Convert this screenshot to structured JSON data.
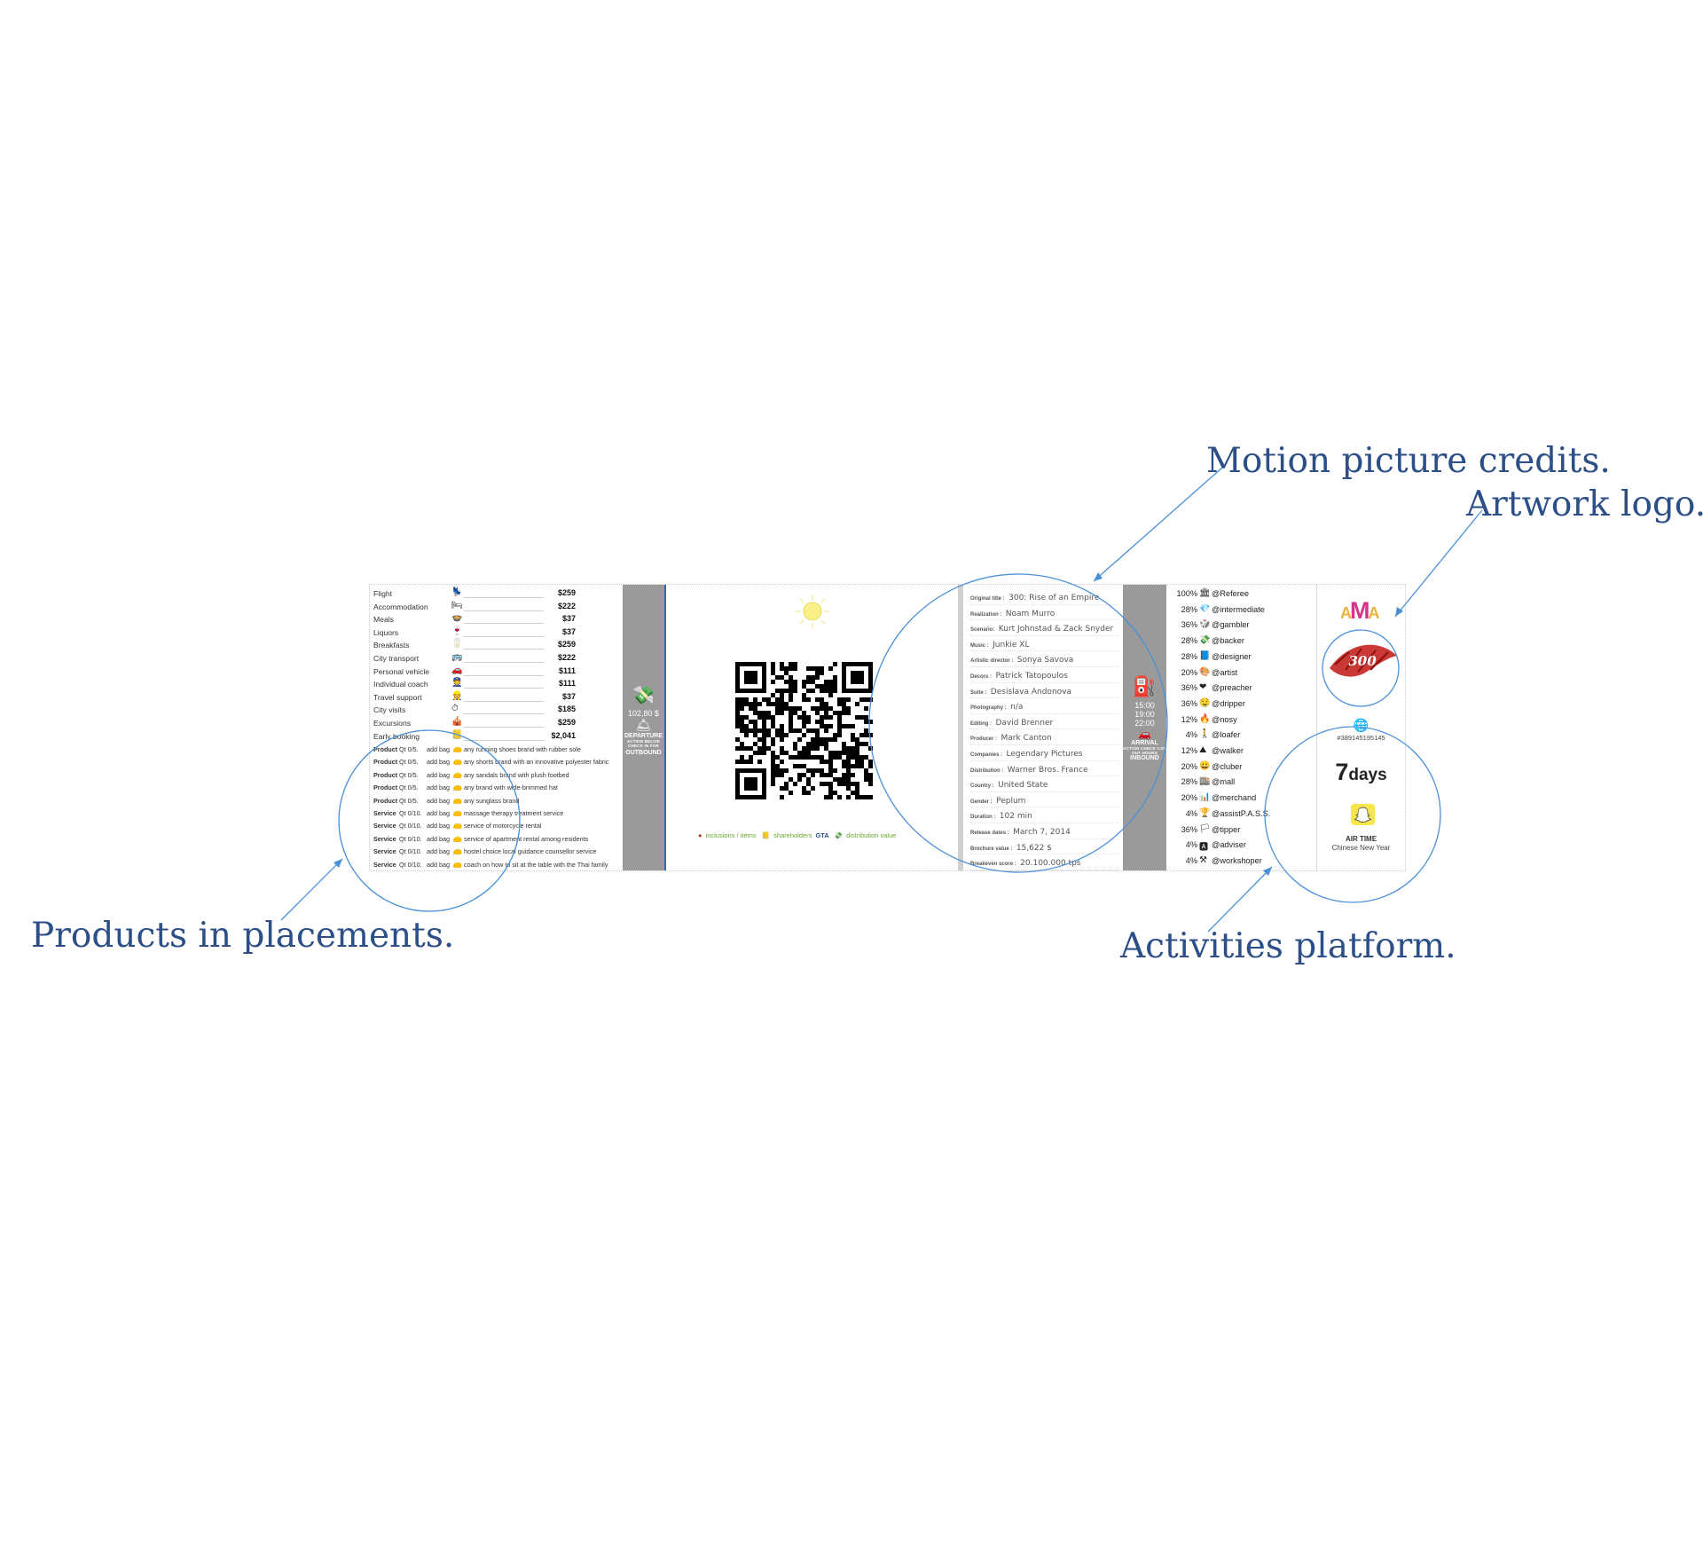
{
  "annotations": {
    "credits": "Motion picture credits.",
    "logo": "Artwork logo.",
    "products": "Products in placements.",
    "activities": "Activities platform."
  },
  "prices": [
    {
      "label": "Flight",
      "icon": "seat-icon",
      "glyph": "💺",
      "value": "$259"
    },
    {
      "label": "Accommodation",
      "icon": "bed-icon",
      "glyph": "🛏",
      "value": "$222"
    },
    {
      "label": "Meals",
      "icon": "meal-icon",
      "glyph": "🍲",
      "value": "$37"
    },
    {
      "label": "Liquors",
      "icon": "drink-icon",
      "glyph": "🍷",
      "value": "$37"
    },
    {
      "label": "Breakfasts",
      "icon": "glass-icon",
      "glyph": "🥛",
      "value": "$259"
    },
    {
      "label": "City transport",
      "icon": "bus-icon",
      "glyph": "🚌",
      "value": "$222"
    },
    {
      "label": "Personal vehicle",
      "icon": "car-icon",
      "glyph": "🚗",
      "value": "$111"
    },
    {
      "label": "Individual coach",
      "icon": "coach-icon",
      "glyph": "👮",
      "value": "$111"
    },
    {
      "label": "Travel support",
      "icon": "support-icon",
      "glyph": "👷",
      "value": "$37"
    },
    {
      "label": "City visits",
      "icon": "clock-icon",
      "glyph": "⏱",
      "value": "$185"
    },
    {
      "label": "Excursions",
      "icon": "excursion-icon",
      "glyph": "🎪",
      "value": "$259"
    },
    {
      "label": "Early booking",
      "icon": "booking-icon",
      "glyph": "📒",
      "value": "$2,041"
    }
  ],
  "products": [
    {
      "kind": "Product",
      "qt": "Qt 0/5.",
      "bag": "add bag",
      "desc": "any running shoes brand with rubber sole"
    },
    {
      "kind": "Product",
      "qt": "Qt 0/5.",
      "bag": "add bag",
      "desc": "any shorts brand with an innovative polyester fabric"
    },
    {
      "kind": "Product",
      "qt": "Qt 0/5.",
      "bag": "add bag",
      "desc": "any sandals brand with plush footbed"
    },
    {
      "kind": "Product",
      "qt": "Qt 0/5.",
      "bag": "add bag",
      "desc": "any brand with wide-brimmed hat"
    },
    {
      "kind": "Product",
      "qt": "Qt 0/5.",
      "bag": "add bag",
      "desc": "any sunglass brand"
    },
    {
      "kind": "Service",
      "qt": "Qt 0/10.",
      "bag": "add bag",
      "desc": "massage therapy treatment service"
    },
    {
      "kind": "Service",
      "qt": "Qt 0/10.",
      "bag": "add bag",
      "desc": "service of motorcycle rental"
    },
    {
      "kind": "Service",
      "qt": "Qt 0/10.",
      "bag": "add bag",
      "desc": "service of apartment rental among residents"
    },
    {
      "kind": "Service",
      "qt": "Qt 0/10.",
      "bag": "add bag",
      "desc": "hostel choice local guidance counsellor service"
    },
    {
      "kind": "Service",
      "qt": "Qt 0/10.",
      "bag": "add bag",
      "desc": "coach on how to sit at the table with the Thai family"
    }
  ],
  "departure": {
    "amount": "102,80 $",
    "fine": "ACTION BELIVE CHECK IN FOR",
    "title": "DEPARTURE",
    "sub": "OUTBOUND"
  },
  "legend": {
    "inclusions": "inclusions / items",
    "shareholders": "shareholders",
    "gta": "GTA",
    "distribution": "distribution value"
  },
  "credits": [
    {
      "k": "Original title :",
      "v": "300: Rise of an Empire"
    },
    {
      "k": "Realization :",
      "v": "Noam Murro"
    },
    {
      "k": "Scenario:",
      "v": "Kurt Johnstad & Zack Snyder"
    },
    {
      "k": "Music :",
      "v": "Junkie XL"
    },
    {
      "k": "Artistic director :",
      "v": "Sonya Savova"
    },
    {
      "k": "Decors :",
      "v": "Patrick Tatopoulos"
    },
    {
      "k": "Suite :",
      "v": "Desislava Andonova"
    },
    {
      "k": "Photography :",
      "v": "n/a"
    },
    {
      "k": "Editing :",
      "v": "David Brenner"
    },
    {
      "k": "Producer :",
      "v": "Mark Canton"
    },
    {
      "k": "Companies :",
      "v": "Legendary Pictures"
    },
    {
      "k": "Distribution :",
      "v": "Warner Bros. France"
    },
    {
      "k": "Country :",
      "v": "United State"
    },
    {
      "k": "Gender :",
      "v": "Peplum"
    },
    {
      "k": "Duration :",
      "v": "102 min"
    },
    {
      "k": "Release dates :",
      "v": "March 7, 2014"
    },
    {
      "k": "Brochure value :",
      "v": "15,622 $"
    },
    {
      "k": "Breakeven score :",
      "v": "20.100.000 tps"
    }
  ],
  "arrival": {
    "times": [
      "15:00",
      "19:00",
      "22:00"
    ],
    "title": "ARRIVAL",
    "fine": "ACTION CHECK CAN OUT HOURS",
    "sub": "INBOUND"
  },
  "activities": [
    {
      "pct": "100%",
      "icon": "pillar-icon",
      "glyph": "🏛",
      "handle": "@Referee"
    },
    {
      "pct": "28%",
      "icon": "diamond-icon",
      "glyph": "💎",
      "handle": "@intermediate"
    },
    {
      "pct": "36%",
      "icon": "dice-icon",
      "glyph": "🎲",
      "handle": "@gambler"
    },
    {
      "pct": "28%",
      "icon": "money-icon",
      "glyph": "💸",
      "handle": "@backer"
    },
    {
      "pct": "28%",
      "icon": "book-icon",
      "glyph": "📘",
      "handle": "@designer"
    },
    {
      "pct": "20%",
      "icon": "palette-icon",
      "glyph": "🎨",
      "handle": "@artist"
    },
    {
      "pct": "36%",
      "icon": "heart-icon",
      "glyph": "❤",
      "handle": "@preacher"
    },
    {
      "pct": "36%",
      "icon": "drool-icon",
      "glyph": "🤤",
      "handle": "@dripper"
    },
    {
      "pct": "12%",
      "icon": "fire-icon",
      "glyph": "🔥",
      "handle": "@nosy"
    },
    {
      "pct": "4%",
      "icon": "walk-icon",
      "glyph": "🚶",
      "handle": "@loafer"
    },
    {
      "pct": "12%",
      "icon": "hill-icon",
      "glyph": "⛰",
      "handle": "@walker"
    },
    {
      "pct": "20%",
      "icon": "smile-icon",
      "glyph": "😀",
      "handle": "@cluber"
    },
    {
      "pct": "28%",
      "icon": "mall-icon",
      "glyph": "🏬",
      "handle": "@mall"
    },
    {
      "pct": "20%",
      "icon": "chart-icon",
      "glyph": "📊",
      "handle": "@merchand"
    },
    {
      "pct": "4%",
      "icon": "trophy-icon",
      "glyph": "🏆",
      "handle": "@assistP.A.S.S."
    },
    {
      "pct": "36%",
      "icon": "flag-icon",
      "glyph": "🏳",
      "handle": "@tipper"
    },
    {
      "pct": "4%",
      "icon": "app-icon",
      "glyph": "🅰",
      "handle": "@adviser"
    },
    {
      "pct": "4%",
      "icon": "tools-icon",
      "glyph": "⚒",
      "handle": "@workshoper"
    }
  ],
  "right": {
    "ama": "AMA",
    "hashtag": "#389145195145",
    "days_num": "7",
    "days_unit": "days",
    "airtime": "AIR TIME",
    "airsub": "Chinese New Year",
    "logo_text": "300"
  },
  "colors": {
    "annotation": "#2b4f86",
    "arrow": "#4a90d9",
    "stub": "#9a9a9a",
    "stub_line": "#3a64b0",
    "legend_red": "#c0392b",
    "legend_green": "#6aa830",
    "legend_blue": "#2b4f86"
  }
}
